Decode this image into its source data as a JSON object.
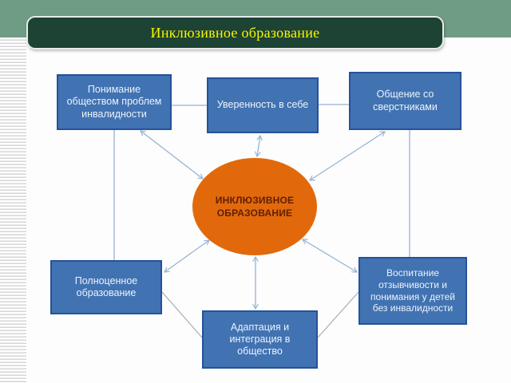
{
  "slide": {
    "title": "Инклюзивное образование",
    "center_label": "ИНКЛЮЗИВНОЕ\nОБРАЗОВАНИЕ",
    "boxes": {
      "top_left": "Понимание\nобществом проблем\nинвалидности",
      "top_center": "Уверенность в себе",
      "top_right": "Общение со\nсверстниками",
      "bottom_left": "Полноценное\nобразование",
      "bottom_center": "Адаптация и\nинтеграция в\nобщество",
      "bottom_right": "Воспитание\nотзывчивости и\nпонимания у детей\nбез инвалидности"
    },
    "colors": {
      "band_green": "#6f9c84",
      "title_bar_green": "#1d4335",
      "title_text_yellow": "#f8f800",
      "box_blue": "#4173b3",
      "box_border_blue": "#25519a",
      "box_text": "#edf2f9",
      "ellipse_orange": "#e2690b",
      "ellipse_text": "#5e1f04",
      "connector_blue": "#95b3d7",
      "connector_gray": "#a3aeb8"
    }
  }
}
